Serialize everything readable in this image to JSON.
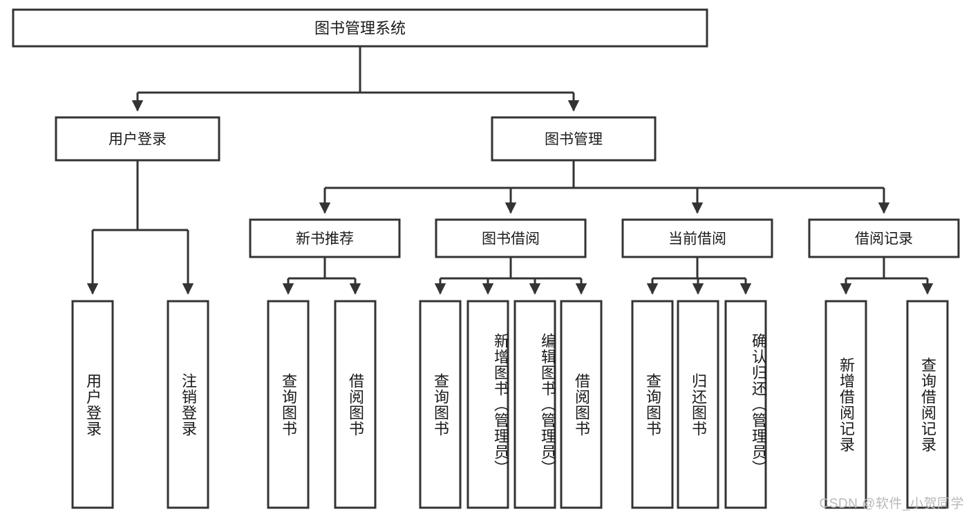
{
  "diagram": {
    "title": "图书管理系统",
    "type": "tree-hierarchy",
    "root": {
      "label": "图书管理系统",
      "id": "root"
    },
    "level2": [
      {
        "id": "user-login",
        "label": "用户登录"
      },
      {
        "id": "book-management",
        "label": "图书管理"
      }
    ],
    "level3": [
      {
        "id": "new-book-recommend",
        "label": "新书推荐",
        "parent": "book-management"
      },
      {
        "id": "book-borrow",
        "label": "图书借阅",
        "parent": "book-management"
      },
      {
        "id": "current-borrow",
        "label": "当前借阅",
        "parent": "book-management"
      },
      {
        "id": "borrow-record",
        "label": "借阅记录",
        "parent": "book-management"
      }
    ],
    "leaves": [
      {
        "id": "leaf-user-login",
        "label": "用户登录",
        "parent": "user-login"
      },
      {
        "id": "leaf-logout-login",
        "label": "注销登录",
        "parent": "user-login"
      },
      {
        "id": "leaf-query-book-1",
        "label": "查询图书",
        "parent": "new-book-recommend"
      },
      {
        "id": "leaf-borrow-book-1",
        "label": "借阅图书",
        "parent": "new-book-recommend"
      },
      {
        "id": "leaf-query-book-2",
        "label": "查询图书",
        "parent": "book-borrow"
      },
      {
        "id": "leaf-add-book",
        "label": "新增图书（管理员）",
        "parent": "book-borrow"
      },
      {
        "id": "leaf-edit-book",
        "label": "编辑图书（管理员）",
        "parent": "book-borrow"
      },
      {
        "id": "leaf-borrow-book-2",
        "label": "借阅图书",
        "parent": "book-borrow"
      },
      {
        "id": "leaf-query-book-3",
        "label": "查询图书",
        "parent": "current-borrow"
      },
      {
        "id": "leaf-return-book",
        "label": "归还图书",
        "parent": "current-borrow"
      },
      {
        "id": "leaf-confirm-return",
        "label": "确认归还（管理员）",
        "parent": "current-borrow"
      },
      {
        "id": "leaf-add-record",
        "label": "新增借阅记录",
        "parent": "borrow-record"
      },
      {
        "id": "leaf-query-record",
        "label": "查询借阅记录",
        "parent": "borrow-record"
      }
    ]
  },
  "watermark": {
    "text": "CSDN @软件_小贺同学"
  },
  "colors": {
    "box_stroke": "#333333",
    "box_fill": "#ffffff",
    "text": "#1a1a1a",
    "watermark": "#b8b8b8",
    "background": "#ffffff"
  }
}
